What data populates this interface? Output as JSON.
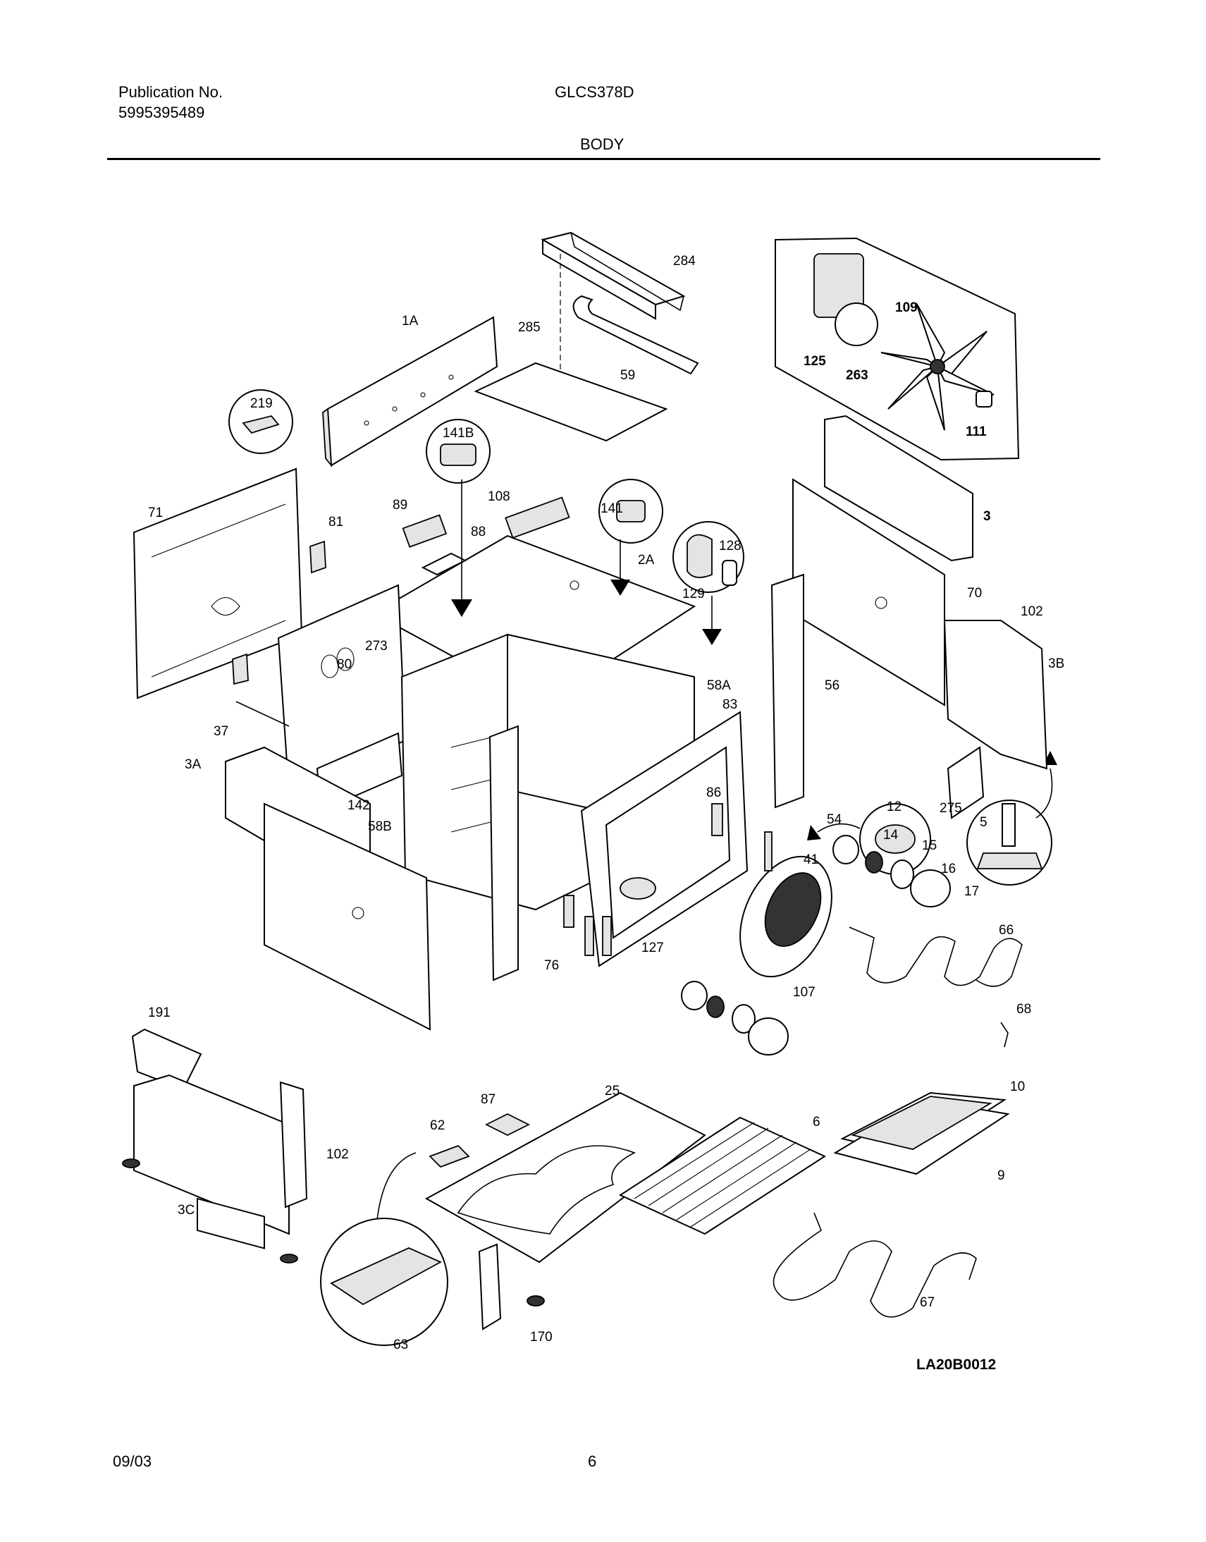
{
  "header": {
    "publication_label": "Publication No.",
    "publication_number": "5995395489",
    "model": "GLCS378D",
    "section": "BODY"
  },
  "footer": {
    "date": "09/03",
    "page": "6"
  },
  "drawing_code": "LA20B0012",
  "callouts": [
    "284",
    "1A",
    "285",
    "59",
    "219",
    "141B",
    "108",
    "141",
    "128",
    "129",
    "2A",
    "125",
    "109",
    "263",
    "111",
    "3",
    "71",
    "81",
    "89",
    "88",
    "70",
    "102",
    "3B",
    "273",
    "80",
    "58A",
    "83",
    "56",
    "37",
    "3A",
    "142",
    "58B",
    "86",
    "12",
    "275",
    "5",
    "54",
    "14",
    "15",
    "16",
    "17",
    "41",
    "127",
    "76",
    "107",
    "66",
    "68",
    "191",
    "102",
    "87",
    "62",
    "25",
    "6",
    "10",
    "9",
    "3C",
    "67",
    "63",
    "170"
  ]
}
